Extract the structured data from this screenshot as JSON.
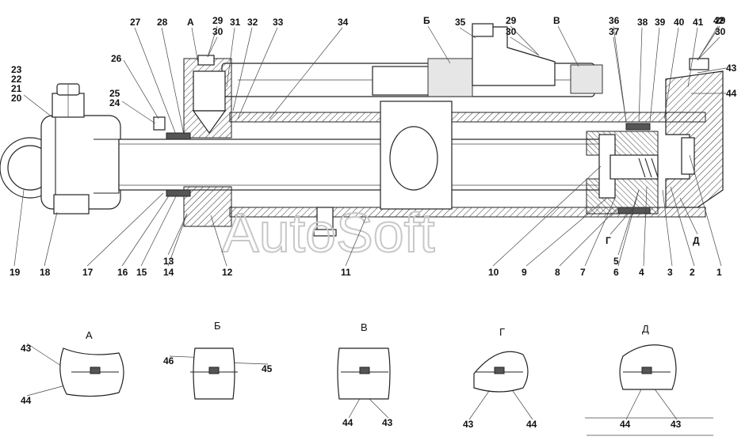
{
  "watermark": "AutoSoft",
  "callouts_top": [
    "27",
    "28",
    "А",
    "29",
    "30",
    "31",
    "32",
    "33",
    "34",
    "Б",
    "35",
    "29",
    "30",
    "В",
    "36",
    "37",
    "38",
    "39",
    "40",
    "41",
    "42",
    "29",
    "30"
  ],
  "callouts_left": [
    "23",
    "22",
    "21",
    "20",
    "26",
    "25",
    "24"
  ],
  "callouts_right": [
    "43",
    "44"
  ],
  "callouts_bottom": [
    "19",
    "18",
    "17",
    "16",
    "15",
    "13",
    "14",
    "12",
    "11",
    "10",
    "9",
    "8",
    "7",
    "Г",
    "5",
    "6",
    "4",
    "3",
    "2",
    "Д",
    "1"
  ],
  "details": [
    {
      "title": "А",
      "labels": [
        "43",
        "44"
      ]
    },
    {
      "title": "Б",
      "labels": [
        "46",
        "45"
      ]
    },
    {
      "title": "В",
      "labels": [
        "44",
        "43"
      ]
    },
    {
      "title": "Г",
      "labels": [
        "43",
        "44"
      ]
    },
    {
      "title": "Д",
      "labels": [
        "44",
        "43"
      ]
    }
  ]
}
